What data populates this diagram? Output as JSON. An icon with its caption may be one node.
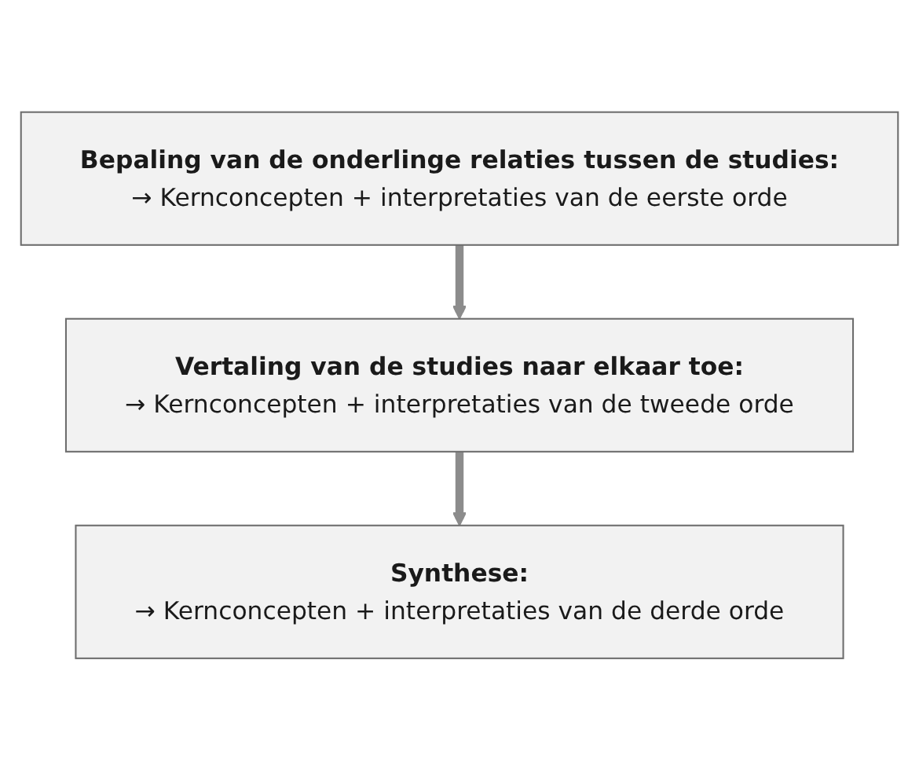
{
  "diagram": {
    "nodes": [
      {
        "text": [
          "Bepaling van de onderlinge relaties tussen de studies:",
          "→ Kernconcepten + interpretaties van de eerste orde"
        ]
      },
      {
        "text": [
          "Vertaling van de studies naar elkaar toe:",
          "→ Kernconcepten + interpretaties van de tweede orde"
        ]
      },
      {
        "text": [
          "Synthese:",
          "→ Kernconcepten + interpretaties van de derde orde"
        ]
      }
    ],
    "edges": [
      {
        "from": 0,
        "to": 1,
        "arrow": "to"
      },
      {
        "from": 1,
        "to": 2,
        "arrow": "to"
      }
    ]
  }
}
